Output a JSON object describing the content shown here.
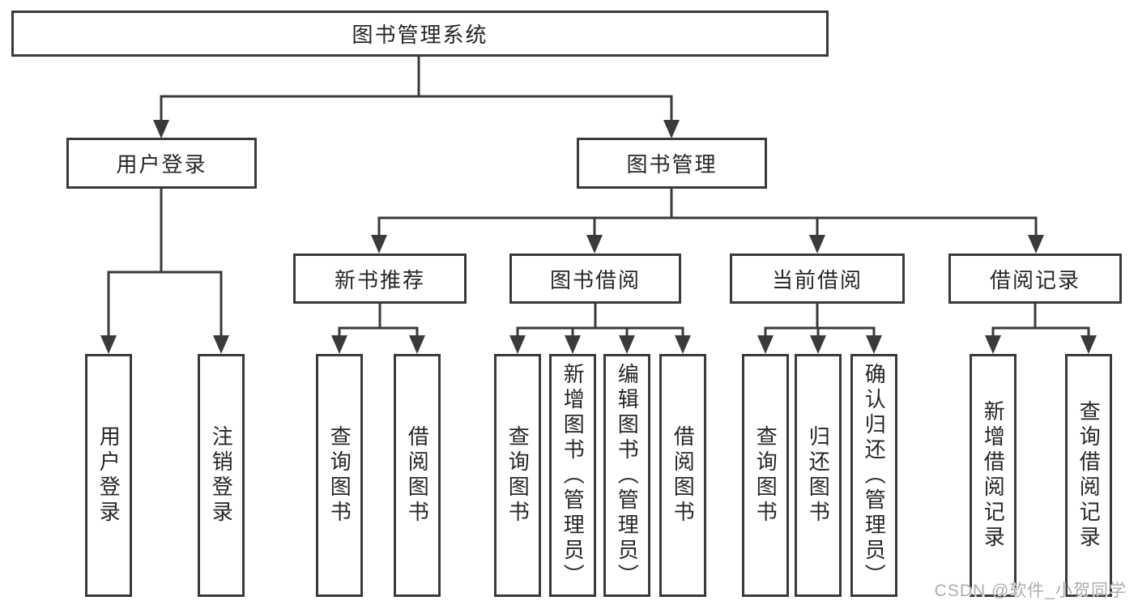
{
  "title": "图书管理系统",
  "colors": {
    "line": "#3a3a3a",
    "text": "#262626",
    "watermark": "#aeaeae"
  },
  "root": {
    "label": "图书管理系统"
  },
  "level2": {
    "user_login": {
      "label": "用户登录"
    },
    "book_mgmt": {
      "label": "图书管理"
    }
  },
  "level3": {
    "new_books": {
      "label": "新书推荐"
    },
    "book_borrow": {
      "label": "图书借阅"
    },
    "current_borrow": {
      "label": "当前借阅"
    },
    "borrow_records": {
      "label": "借阅记录"
    }
  },
  "leaves": {
    "user_login": [
      "用户登录",
      "注销登录"
    ],
    "new_books": [
      "查询图书",
      "借阅图书"
    ],
    "book_borrow": [
      "查询图书",
      "新增图书（管理员）",
      "编辑图书（管理员）",
      "借阅图书"
    ],
    "current_borrow": [
      "查询图书",
      "归还图书",
      "确认归还（管理员）"
    ],
    "borrow_records": [
      "新增借阅记录",
      "查询借阅记录"
    ]
  },
  "watermark": "CSDN @软件_小贺同学"
}
